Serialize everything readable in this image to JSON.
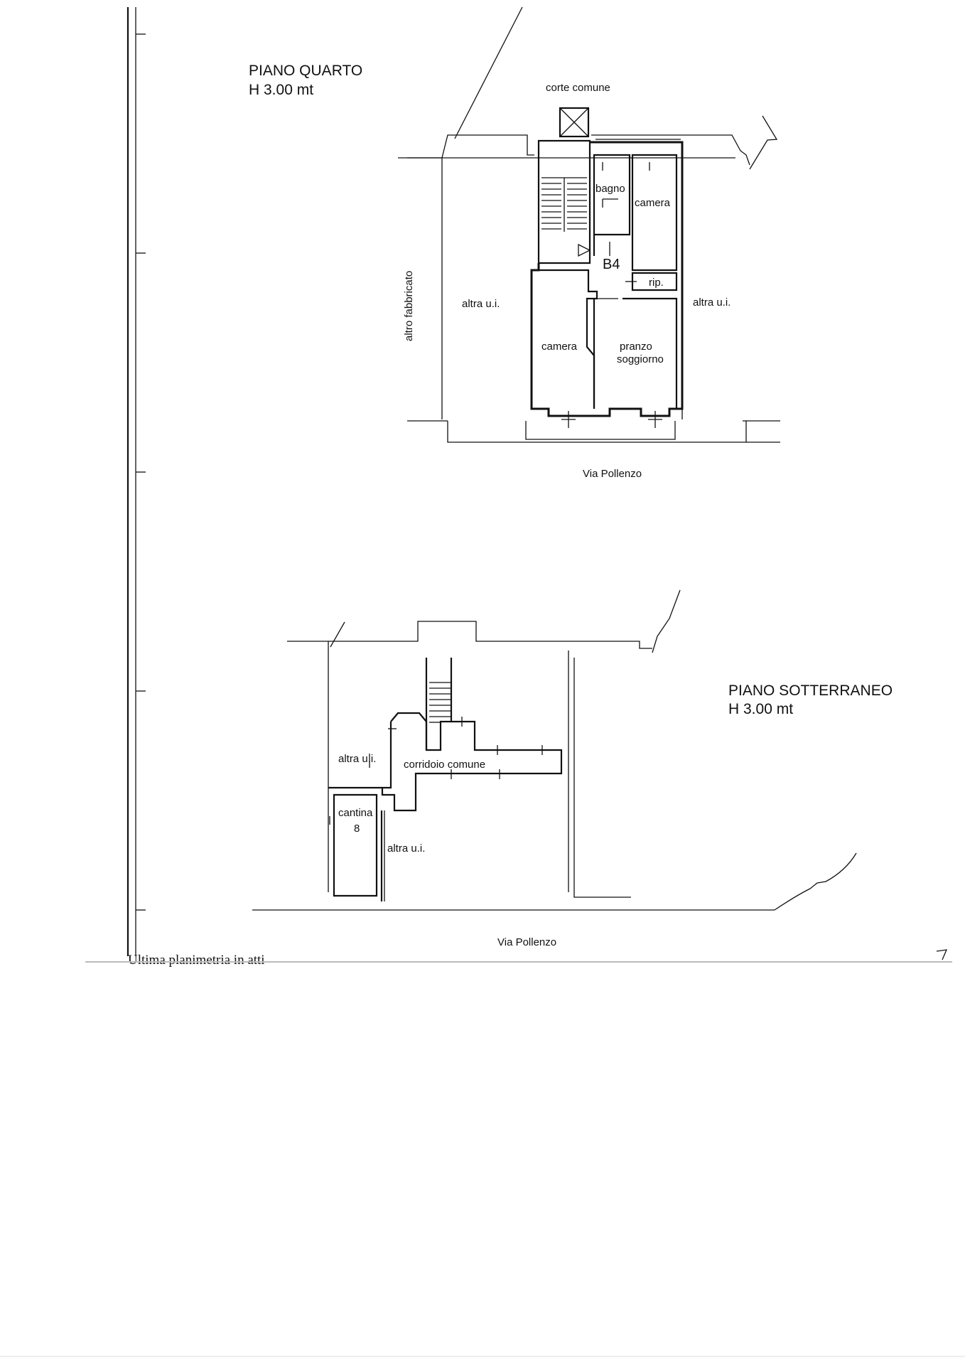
{
  "upper_plan": {
    "title": "PIANO QUARTO",
    "height": "H 3.00 mt",
    "labels": {
      "corte": "corte comune",
      "altro_fabbricato": "altro fabbricato",
      "altra_left": "altra u.i.",
      "altra_right": "altra u.i.",
      "bagno": "bagno",
      "camera_top": "camera",
      "unit": "B4",
      "rip": "rip.",
      "camera_bottom": "camera",
      "pranzo": "pranzo",
      "soggiorno": "soggiorno",
      "street": "Via Pollenzo"
    }
  },
  "lower_plan": {
    "title": "PIANO SOTTERRANEO",
    "height": "H 3.00 mt",
    "labels": {
      "altra_top": "altra u.i.",
      "corridoio": "corridoio comune",
      "cantina": "cantina",
      "cantina_num": "8",
      "altra_bottom": "altra u.i.",
      "street": "Via Pollenzo"
    }
  },
  "footer": {
    "note": "Ultima planimetria in atti"
  }
}
